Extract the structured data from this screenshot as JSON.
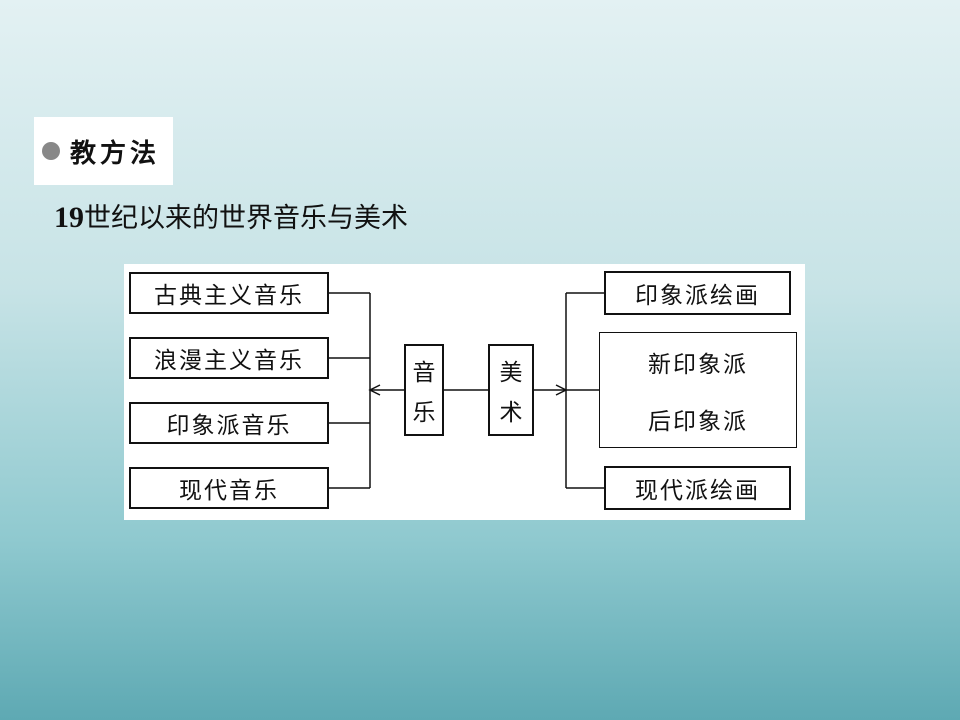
{
  "header": {
    "title": "教方法"
  },
  "subtitle": {
    "number": "19",
    "text": "世纪以来的世界音乐与美术"
  },
  "diagram": {
    "music_branches": [
      "古典主义音乐",
      "浪漫主义音乐",
      "印象派音乐",
      "现代音乐"
    ],
    "music_node": [
      "音",
      "乐"
    ],
    "art_node": [
      "美",
      "术"
    ],
    "art_branches": {
      "top": "印象派绘画",
      "middle": [
        "新印象派",
        "后印象派"
      ],
      "bottom": "现代派绘画"
    }
  }
}
